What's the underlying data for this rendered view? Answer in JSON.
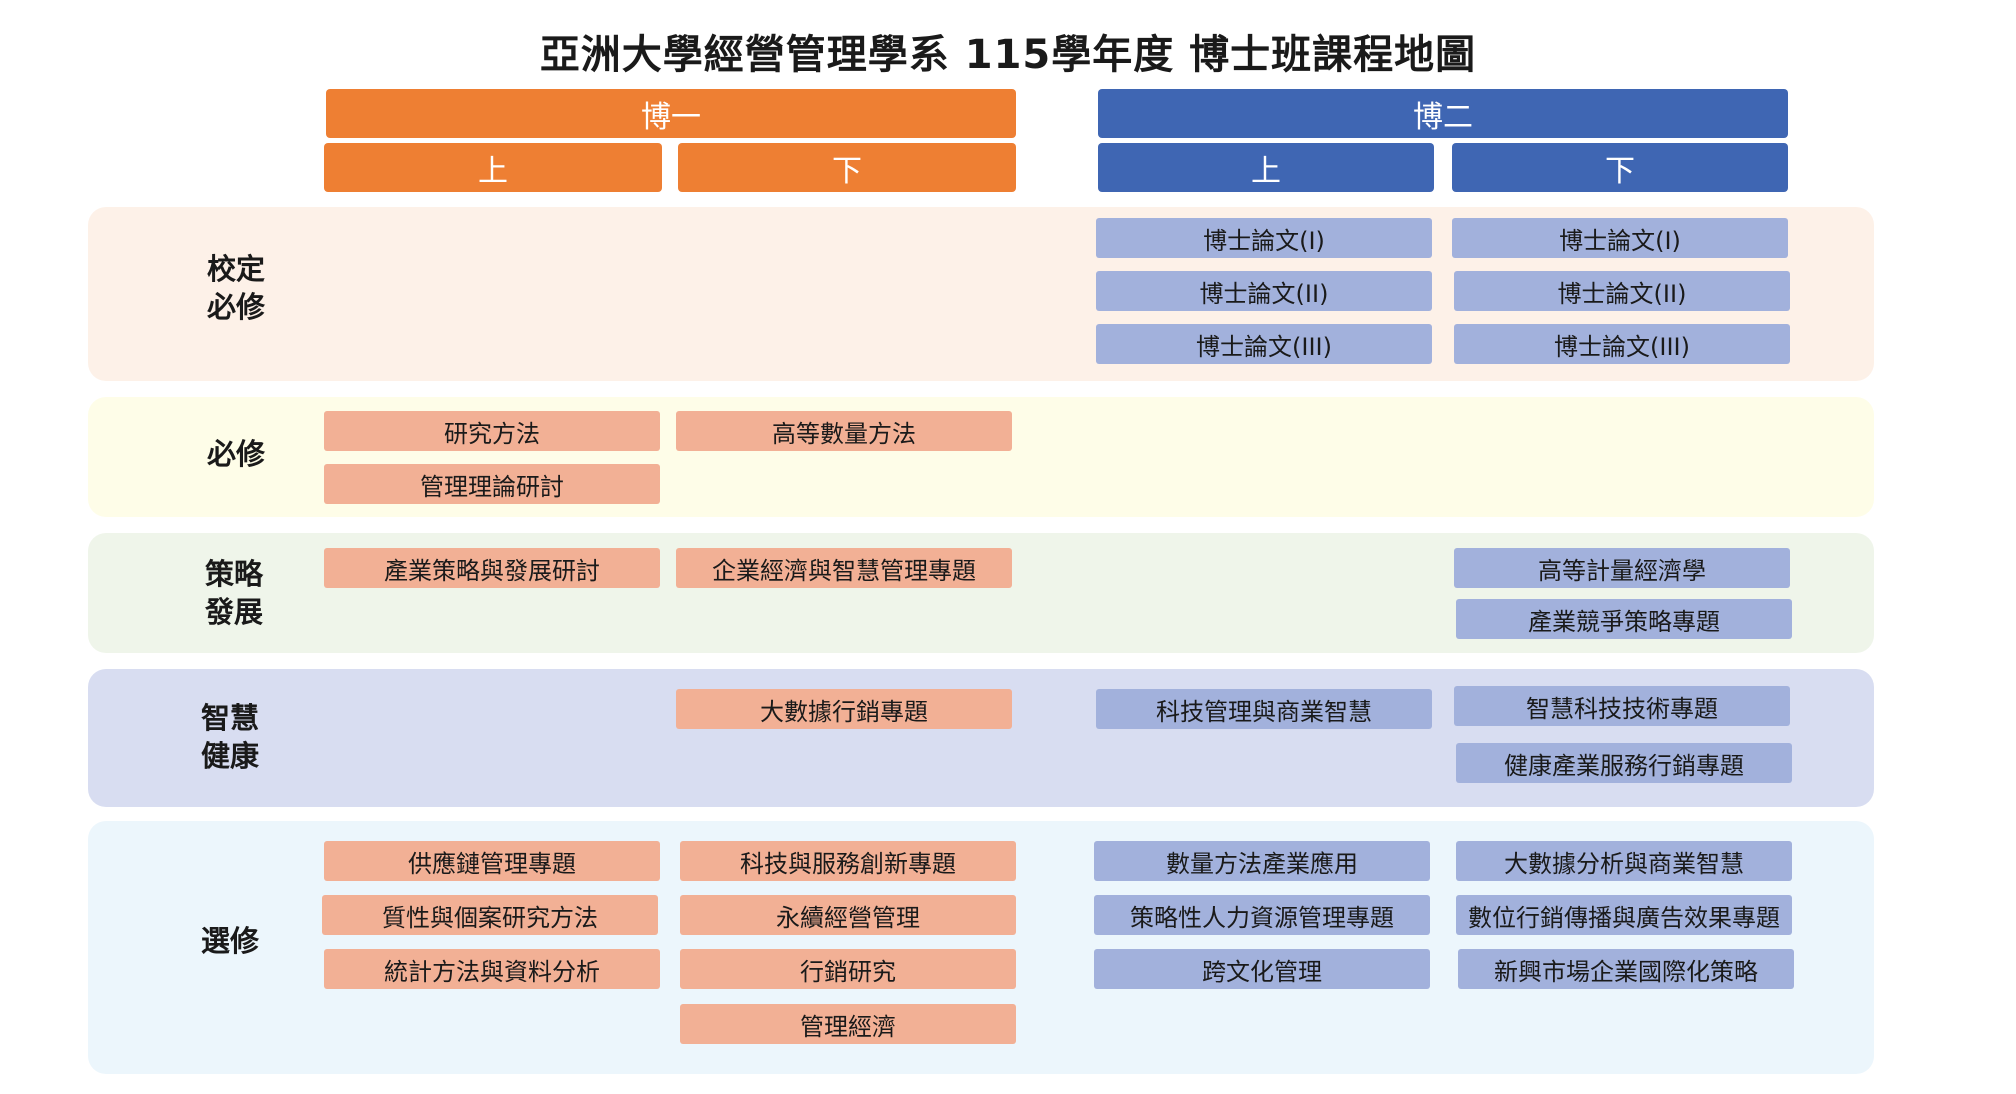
{
  "title": "亞洲大學經營管理學系 115學年度 博士班課程地圖",
  "years": [
    {
      "label": "博一",
      "color": "#ee7f33",
      "semesters": [
        "上",
        "下"
      ]
    },
    {
      "label": "博二",
      "color": "#3f66b3",
      "semesters": [
        "上",
        "下"
      ]
    }
  ],
  "bands": [
    {
      "label": "校定\n必修",
      "color": "#fdf1e8"
    },
    {
      "label": "必修",
      "color": "#fefde8"
    },
    {
      "label": "策略\n發展",
      "color": "#eff5ea"
    },
    {
      "label": "智慧\n健康",
      "color": "#d8ddf1"
    },
    {
      "label": "選修",
      "color": "#ecf6fc"
    }
  ],
  "courses": {
    "school_required": {
      "y2_s1": [
        "博士論文(I)",
        "博士論文(II)",
        "博士論文(III)"
      ],
      "y2_s2": [
        "博士論文(I)",
        "博士論文(II)",
        "博士論文(III)"
      ]
    },
    "required": {
      "y1_s1": [
        "研究方法",
        "管理理論研討"
      ],
      "y1_s2": [
        "高等數量方法"
      ]
    },
    "strategy": {
      "y1_s1": [
        "產業策略與發展研討"
      ],
      "y1_s2": [
        "企業經濟與智慧管理專題"
      ],
      "y2_s2": [
        "高等計量經濟學",
        "產業競爭策略專題"
      ]
    },
    "smart_health": {
      "y1_s2": [
        "大數據行銷專題"
      ],
      "y2_s1": [
        "科技管理與商業智慧"
      ],
      "y2_s2": [
        "智慧科技技術專題",
        "健康產業服務行銷專題"
      ]
    },
    "elective": {
      "y1_s1": [
        "供應鏈管理專題",
        "質性與個案研究方法",
        "統計方法與資料分析"
      ],
      "y1_s2": [
        "科技與服務創新專題",
        "永續經營管理",
        "行銷研究",
        "管理經濟"
      ],
      "y2_s1": [
        "數量方法產業應用",
        "策略性人力資源管理專題",
        "跨文化管理"
      ],
      "y2_s2": [
        "大數據分析與商業智慧",
        "數位行銷傳播與廣告效果專題",
        "新興市場企業國際化策略"
      ]
    }
  }
}
